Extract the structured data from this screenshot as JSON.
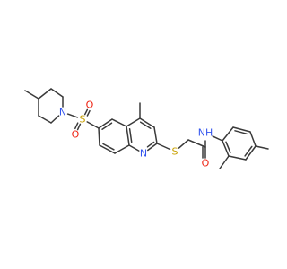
{
  "colors": {
    "background": "#ffffff",
    "bond": "#3a3a3a",
    "carbon": "#3a3a3a",
    "nitrogen": "#3355ee",
    "oxygen": "#ee2211",
    "sulfur": "#c8a000"
  },
  "molecule": {
    "atoms": [
      {
        "id": "N1",
        "label": "N",
        "element": "N"
      },
      {
        "id": "S1",
        "label": "S",
        "element": "S"
      },
      {
        "id": "NH",
        "label": "NH",
        "element": "N"
      },
      {
        "id": "O1",
        "label": "O",
        "element": "O"
      },
      {
        "id": "N2",
        "label": "N",
        "element": "N"
      },
      {
        "id": "S2",
        "label": "S",
        "element": "S"
      },
      {
        "id": "O2",
        "label": "O",
        "element": "O"
      },
      {
        "id": "O3",
        "label": "O",
        "element": "O"
      }
    ]
  }
}
